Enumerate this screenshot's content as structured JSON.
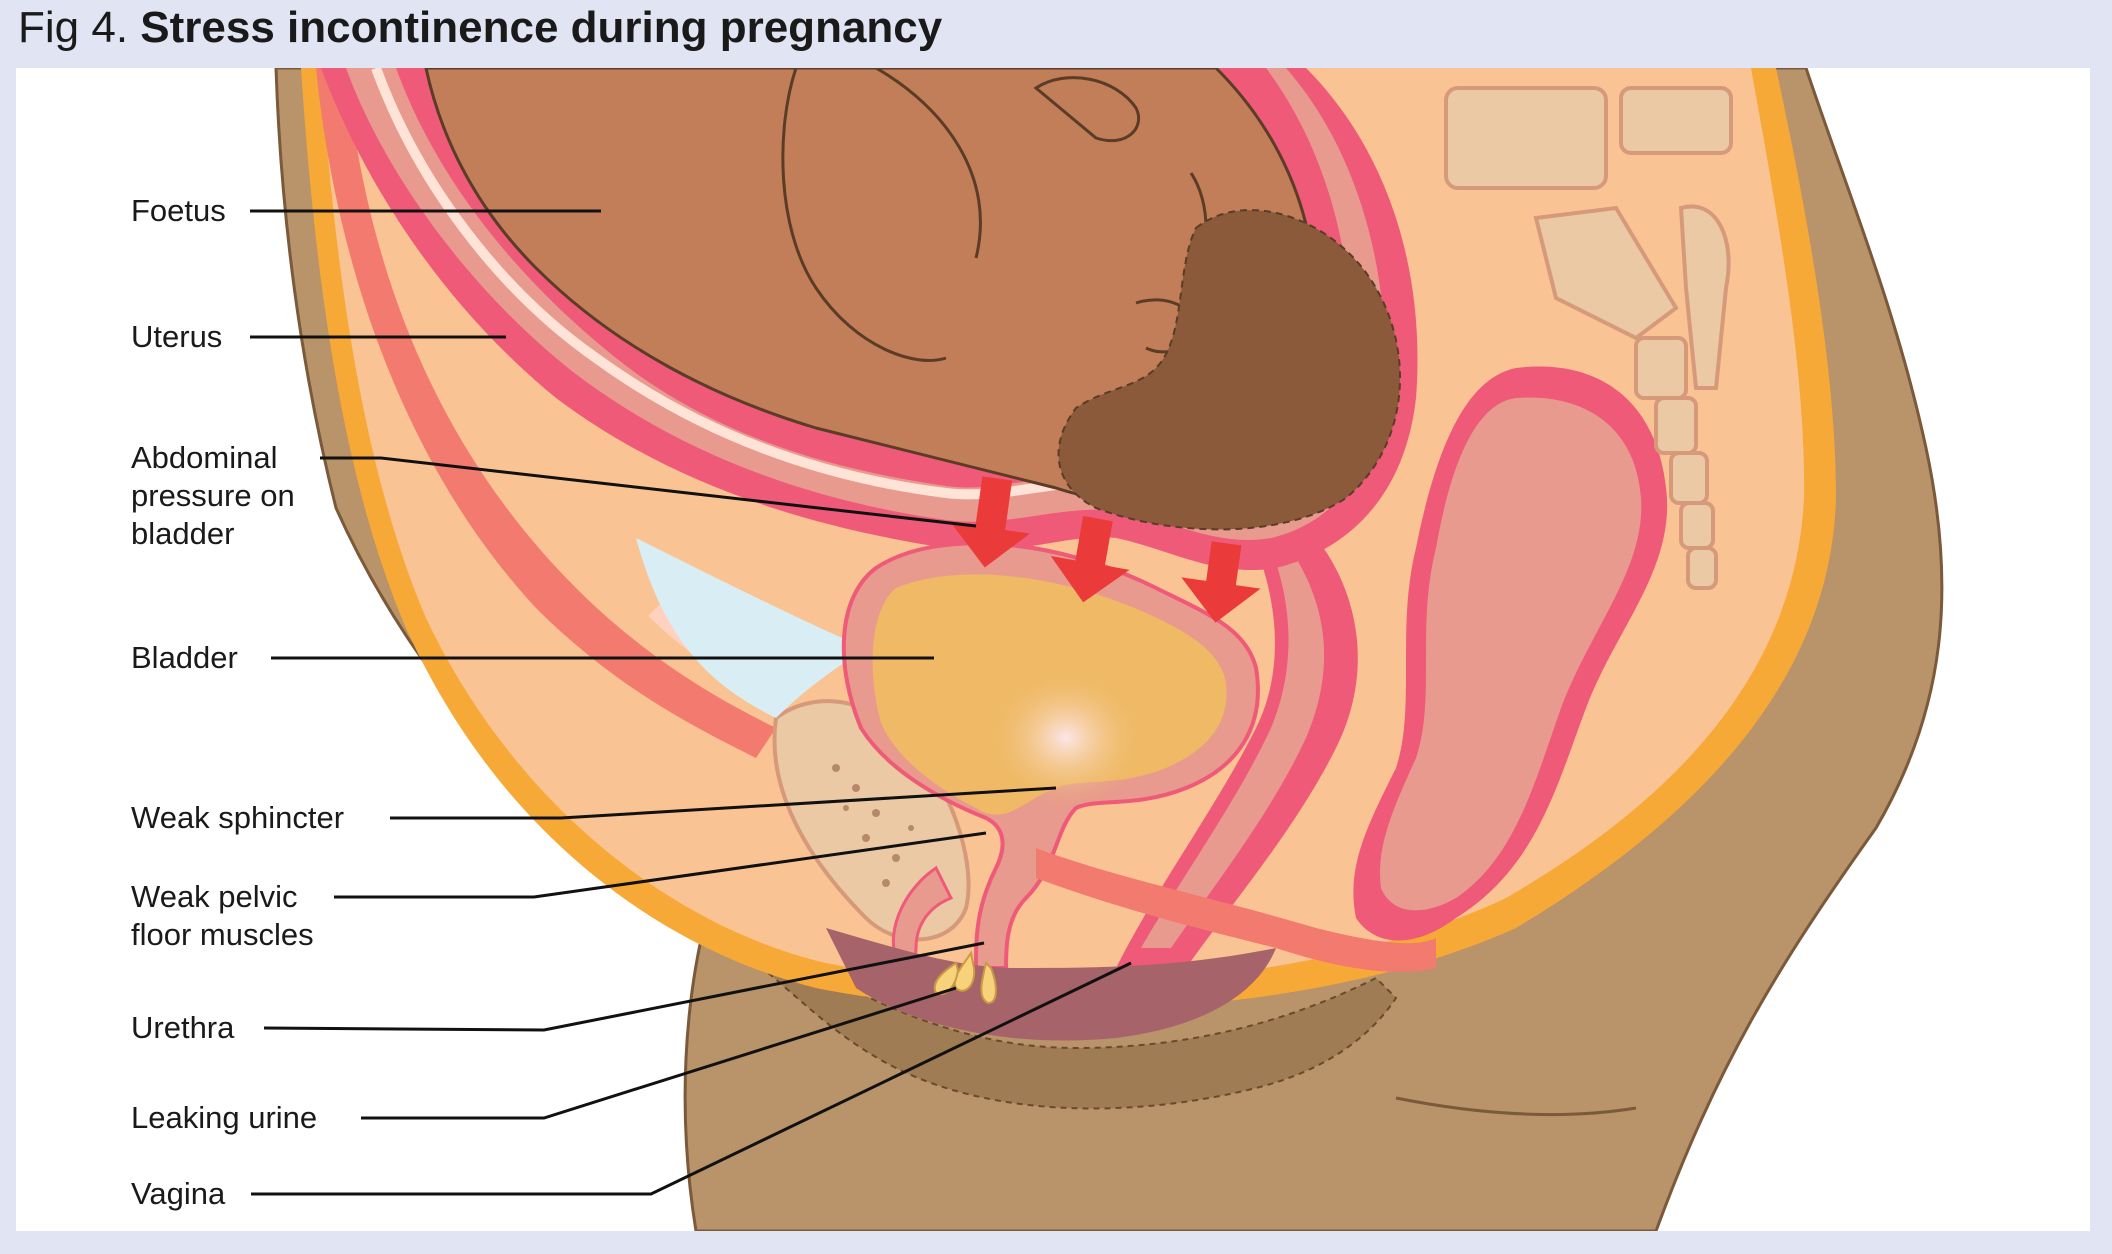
{
  "figure": {
    "prefix": "Fig 4.",
    "title": "Stress incontinence during pregnancy"
  },
  "labels": {
    "foetus": "Foetus",
    "uterus": "Uterus",
    "abdominal_1": "Abdominal",
    "abdominal_2": "pressure on",
    "abdominal_3": "bladder",
    "bladder": "Bladder",
    "weak_sphincter": "Weak sphincter",
    "pelvic_1": "Weak pelvic",
    "pelvic_2": "floor muscles",
    "urethra": "Urethra",
    "leaking_urine": "Leaking urine",
    "vagina": "Vagina"
  },
  "colors": {
    "page_background": "#e1e5f3",
    "skin": "#b99369",
    "fat_outline": "#f7a938",
    "tissue": "#fac394",
    "uterus_wall": "#e79a8d",
    "uterus_lining": "#ee5a78",
    "foetus_skin": "#c27e58",
    "hair": "#8a5a3a",
    "bladder_urine": "#efb965",
    "arrow": "#ea3a3a",
    "bone": "#ebc9a5"
  }
}
